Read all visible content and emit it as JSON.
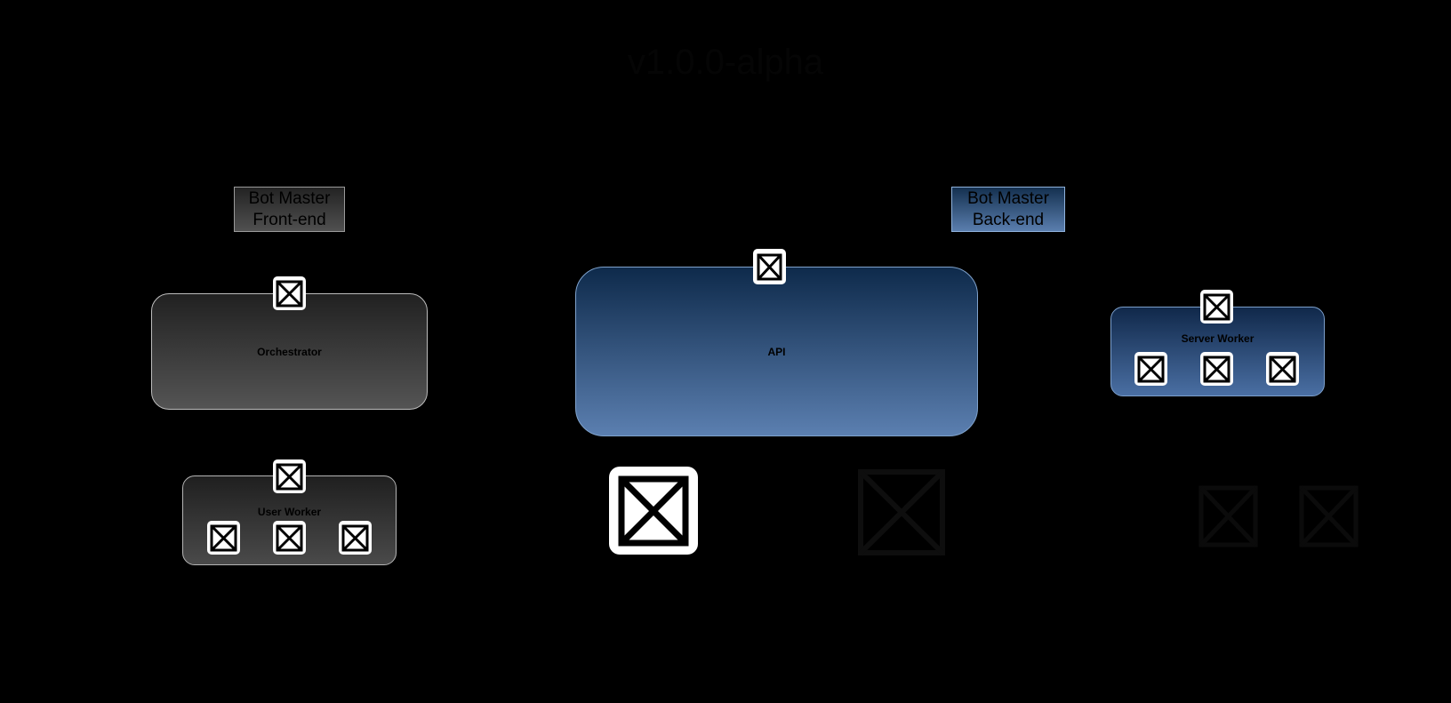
{
  "diagram": {
    "title": "v1.0.0-alpha",
    "legend": {
      "frontend_line1": "Bot Master",
      "frontend_line2": "Front-end",
      "backend_line1": "Bot Master",
      "backend_line2": "Back-end"
    },
    "nodes": {
      "orchestrator": "Orchestrator",
      "api": "API",
      "user_worker": "User Worker",
      "server_worker": "Server Worker"
    },
    "colors": {
      "frontend": "#3a3a3a",
      "backend": "#3b5f8f",
      "background": "#000000"
    },
    "icons": {
      "placeholder": "broken-image-icon"
    }
  }
}
